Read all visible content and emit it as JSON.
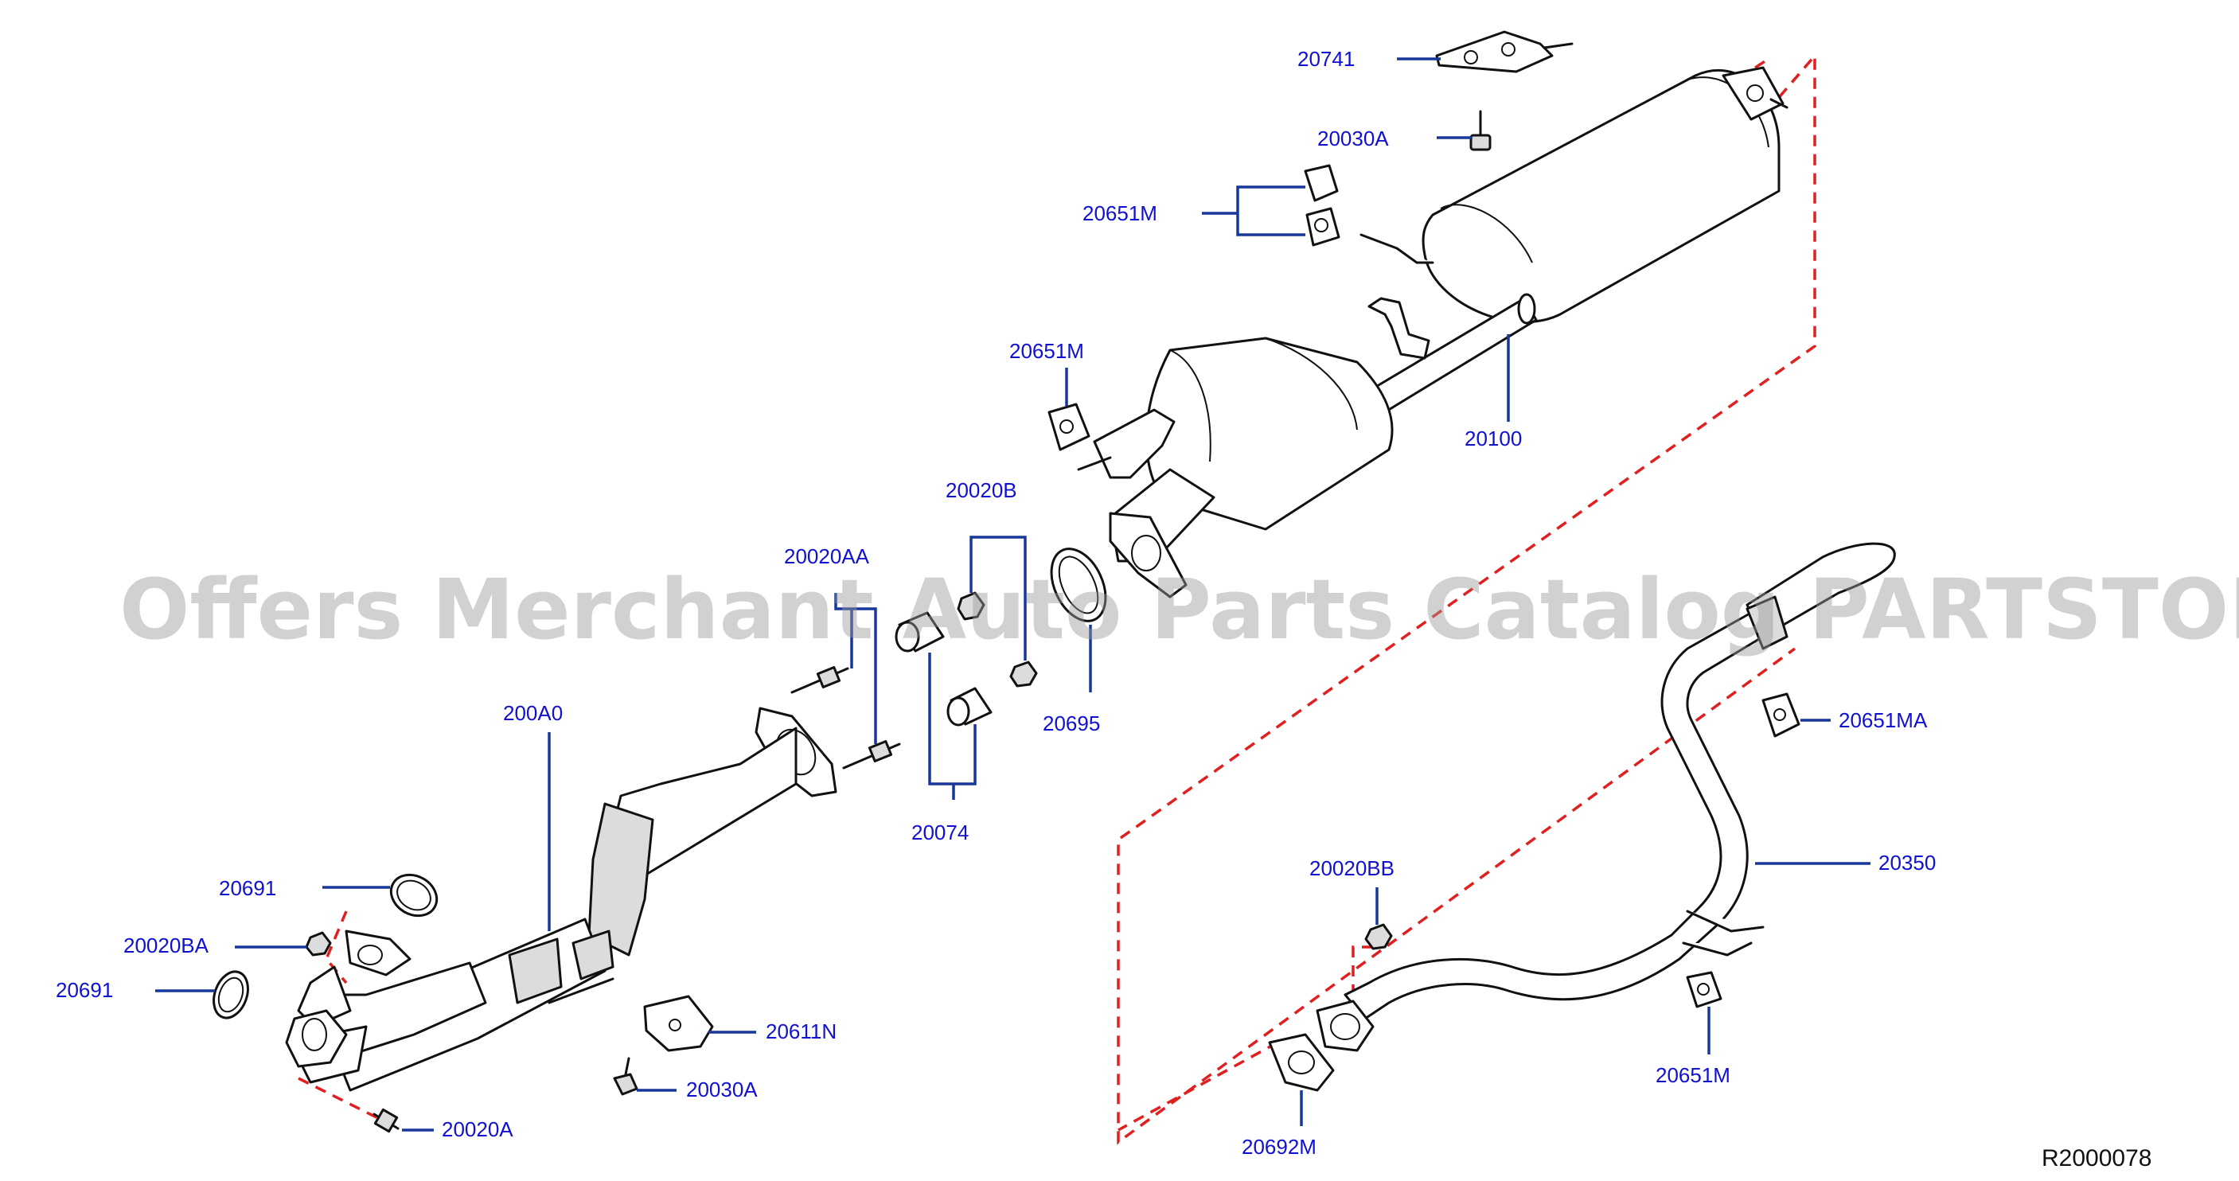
{
  "watermark": "Offers Merchant Auto Parts Catalog PARTSTORE.SA",
  "reference_code": "R2000078",
  "labels": {
    "l20741": "20741",
    "l20030A_top": "20030A",
    "l20651M_top": "20651M",
    "l20651M_mid": "20651M",
    "l20100": "20100",
    "l20020B": "20020B",
    "l20020AA": "20020AA",
    "l20695": "20695",
    "l200A0": "200A0",
    "l20074": "20074",
    "l20651MA": "20651MA",
    "l20691_top": "20691",
    "l20020BA": "20020BA",
    "l20691_left": "20691",
    "l20611N": "20611N",
    "l20030A_bot": "20030A",
    "l20020A": "20020A",
    "l20020BB": "20020BB",
    "l20350": "20350",
    "l20651M_bot": "20651M",
    "l20692M": "20692M"
  }
}
